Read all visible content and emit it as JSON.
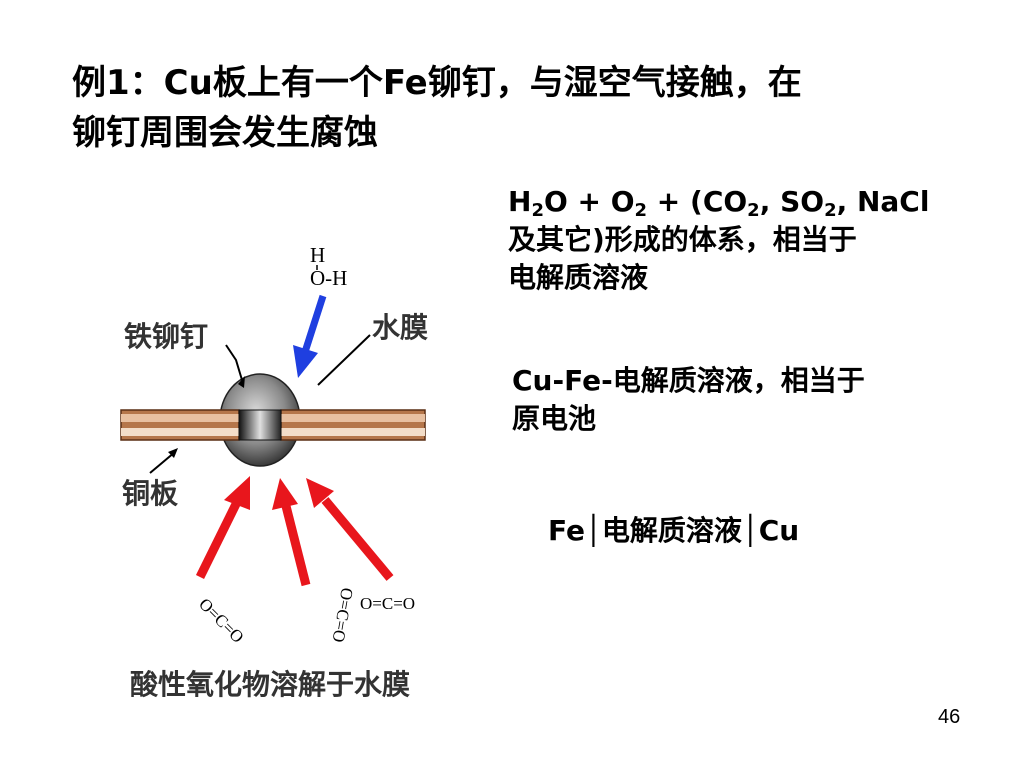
{
  "title": {
    "line1": "例1：Cu板上有一个Fe铆钉，与湿空气接触，在",
    "line2": "铆钉周围会发生腐蚀"
  },
  "paragraph1": {
    "line1": {
      "h": "H",
      "sub2a": "2",
      "o": "O + O",
      "sub2b": "2",
      "mid": " + (CO",
      "sub2c": "2",
      "so": ", SO",
      "sub2d": "2",
      "end": ", NaCl"
    },
    "line2": "及其它)形成的体系，相当于",
    "line3": "电解质溶液"
  },
  "paragraph2": {
    "line1": "Cu-Fe-电解质溶液，相当于",
    "line2": "原电池"
  },
  "cell": {
    "left": "Fe",
    "separator": "│",
    "middle": "电解质溶液",
    "right": "Cu"
  },
  "diagram": {
    "label_rivet": "铁铆钉",
    "label_water_film": "水膜",
    "label_copper": "铜板",
    "label_acid": "酸性氧化物溶解于水膜",
    "water_h_top": "H",
    "water_oh": "O-H",
    "co2_a": "O=C=O",
    "co2_b": "O=C=O",
    "co2_c": "O=C=O",
    "colors": {
      "copper": "#a0522d",
      "arrow_red": "#e8161c",
      "arrow_blue": "#1f3fe0"
    }
  },
  "page_number": "46"
}
